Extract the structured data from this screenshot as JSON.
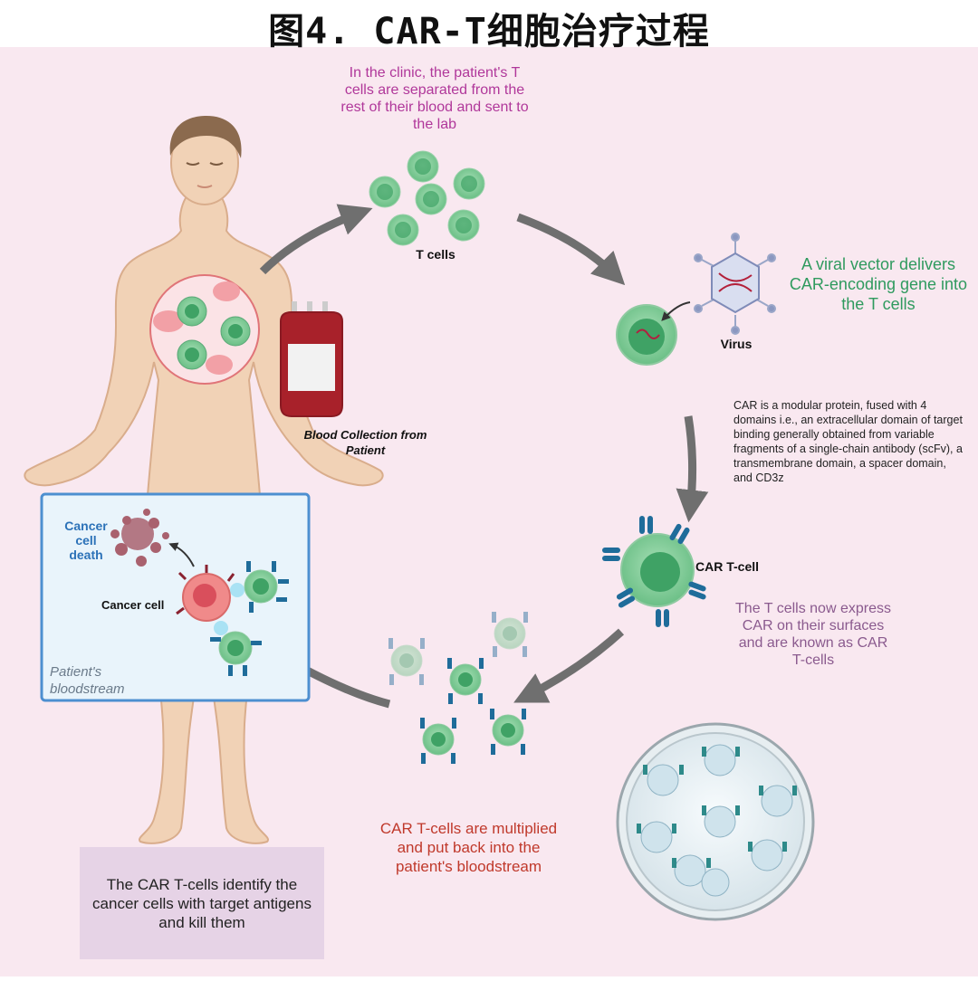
{
  "title": "图4. CAR-T细胞治疗过程",
  "steps": {
    "clinic": "In the clinic, the patient's T cells are separated from the rest of their blood and sent to the lab",
    "t_cells_label": "T cells",
    "viral_vector": "A viral vector delivers CAR-encoding gene into the T cells",
    "virus_label": "Virus",
    "car_description": "CAR is a modular protein, fused with 4 domains i.e., an extracellular domain of target binding generally obtained from variable fragments of a single-chain antibody (scFv), a transmembrane domain, a spacer domain, and CD3z",
    "car_tcell_label": "CAR T-cell",
    "express_car": "The T cells now express CAR on their surfaces and are known as CAR T-cells",
    "multiplied": "CAR T-cells are multiplied and put back into the patient's bloodstream",
    "blood_collection": "Blood Collection from Patient",
    "identify_kill": "The CAR T-cells identify the cancer cells with target antigens and kill them"
  },
  "inset": {
    "cancer_death": "Cancer cell death",
    "cancer_cell": "Cancer cell",
    "bloodstream": "Patient's bloodstream"
  },
  "colors": {
    "background": "#f9e8f0",
    "body_skin": "#f1d2b6",
    "tcell_green": "#7fcf98",
    "tcell_nucleus": "#3fa265",
    "receptor_blue": "#1f6c9a",
    "arrow_grey": "#6f6f6f",
    "blood_red": "#a8212a",
    "cancer_pink": "#f08a8a",
    "inset_bg": "#e9f4fb",
    "inset_border": "#4d8fd0"
  }
}
